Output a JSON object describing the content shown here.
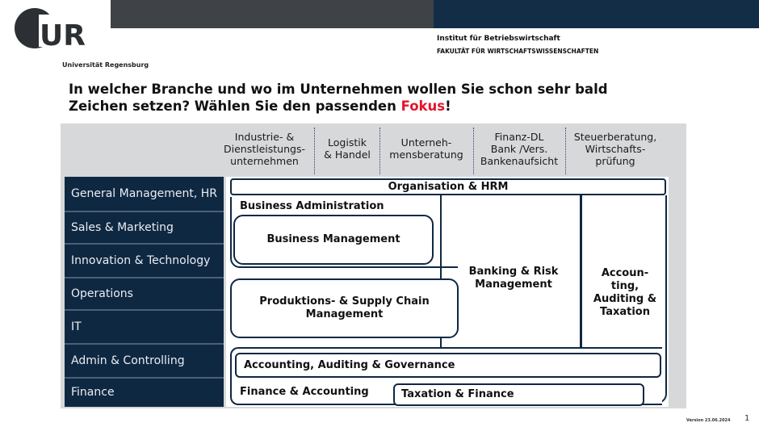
{
  "header": {
    "logo_text": "UR",
    "university": "Universität Regensburg",
    "institute": "Institut für Betriebswirtschaft",
    "faculty": "FAKULTÄT FÜR WIRTSCHAFTSWISSENSCHAFTEN"
  },
  "headline": {
    "line1": "In welcher Branche und wo im Unternehmen wollen Sie schon sehr bald",
    "line2_prefix": "Zeichen setzen? Wählen Sie den passenden ",
    "line2_accent": "Fokus",
    "line2_suffix": "!"
  },
  "columns": [
    "Industrie- &\nDienstleistungs-\nunternehmen",
    "Logistik\n& Handel",
    "Unterneh-\nmensberatung",
    "Finanz-DL\nBank /Vers.\nBankenaufsicht",
    "Steuerberatung,\nWirtschafts-\nprüfung"
  ],
  "rows": [
    "General Management, HR",
    "Sales & Marketing",
    "Innovation & Technology",
    "Operations",
    "IT",
    "Admin & Controlling",
    "Finance"
  ],
  "boxes": {
    "org_hrm": "Organisation & HRM",
    "business_admin": "Business Administration",
    "business_mgmt": "Business Management",
    "produktion": "Produktions- & Supply Chain Management",
    "banking": "Banking & Risk Management",
    "accounting_tax": "Accoun-\nting,\nAuditing &\nTaxation",
    "acc_audit_gov": "Accounting, Auditing & Governance",
    "finance_accounting": "Finance & Accounting",
    "taxation_finance": "Taxation & Finance"
  },
  "colors": {
    "navy": "#0f2842",
    "accent_red": "#e4142b",
    "panel_gray": "#d7d8da"
  },
  "footer": {
    "version": "Version 23.06.2024",
    "page": "1"
  }
}
